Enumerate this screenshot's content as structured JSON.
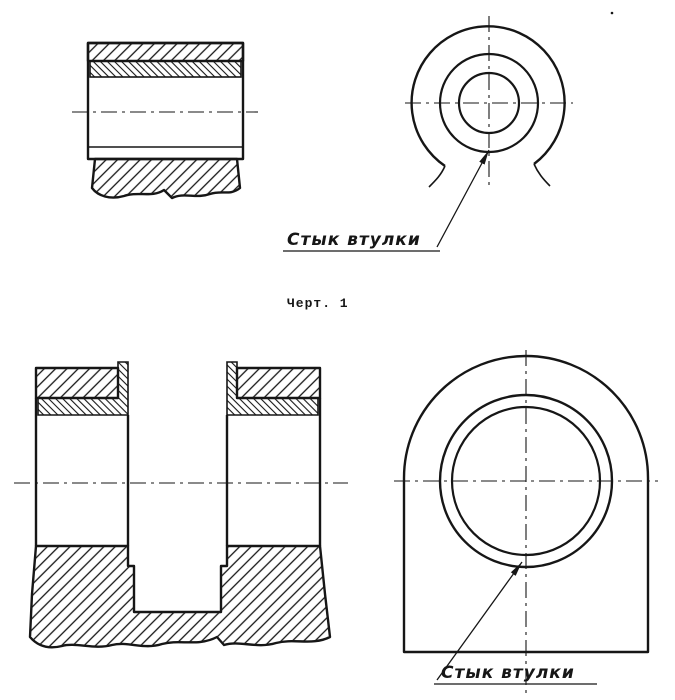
{
  "drawing": {
    "caption": "Черт. 1",
    "callouts": [
      {
        "label": "Стык втулки"
      },
      {
        "label": "Стык втулки"
      }
    ]
  },
  "colors": {
    "ink": "#161616",
    "paper": "#ffffff"
  }
}
